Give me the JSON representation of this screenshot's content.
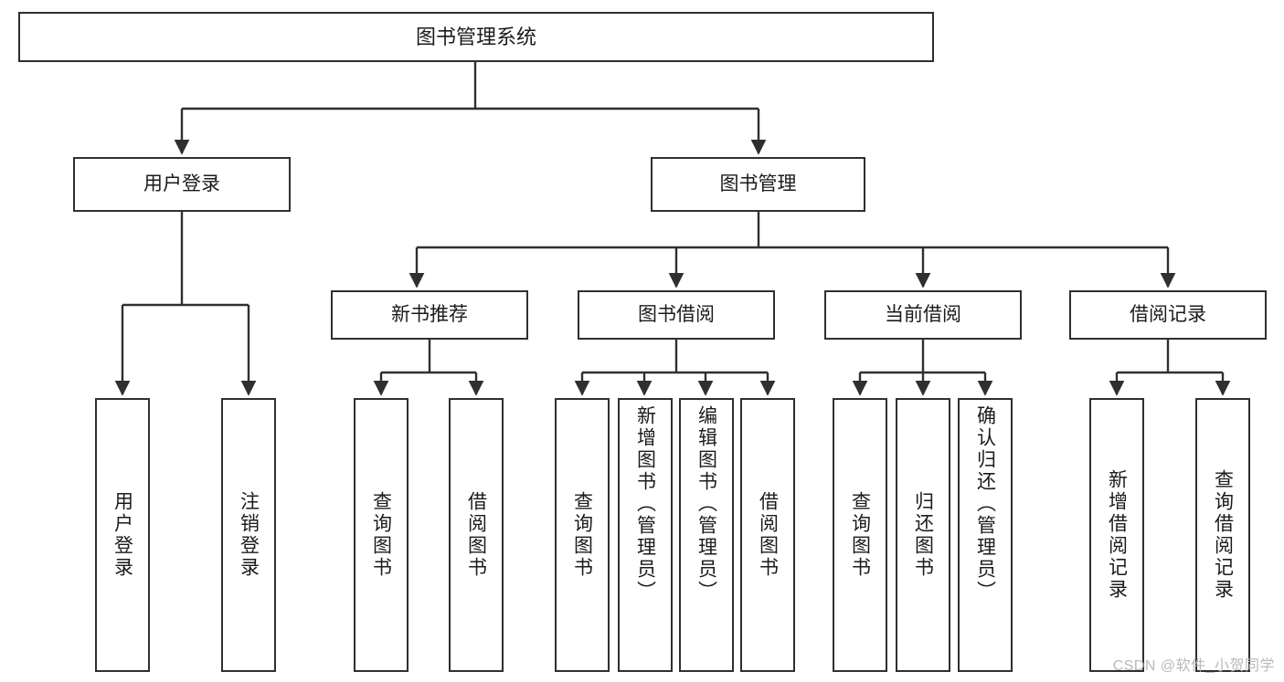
{
  "diagram": {
    "title": "图书管理系统",
    "type": "tree-hierarchy",
    "watermark": "CSDN @软件_小贺同学",
    "colors": {
      "box_border": "#2f2f2f",
      "box_fill": "#ffffff",
      "connector": "#2f2f2f",
      "text": "#1b1b1b",
      "watermark": "#b9b9b9",
      "background": "#ffffff"
    }
  },
  "nodes": {
    "root": {
      "label": "图书管理系统"
    },
    "level2": [
      {
        "id": "user-login",
        "label": "用户登录"
      },
      {
        "id": "book-manage",
        "label": "图书管理"
      }
    ],
    "level3": [
      {
        "id": "new-book-recommend",
        "label": "新书推荐"
      },
      {
        "id": "book-borrow",
        "label": "图书借阅"
      },
      {
        "id": "current-borrow",
        "label": "当前借阅"
      },
      {
        "id": "borrow-record",
        "label": "借阅记录"
      }
    ],
    "leaves": {
      "user_login": [
        {
          "id": "leaf-user-login",
          "label": "用户登录"
        },
        {
          "id": "leaf-logout-login",
          "label": "注销登录"
        }
      ],
      "new_book_recommend": [
        {
          "id": "leaf-query-book-1",
          "label": "查询图书"
        },
        {
          "id": "leaf-borrow-book-1",
          "label": "借阅图书"
        }
      ],
      "book_borrow": [
        {
          "id": "leaf-query-book-2",
          "label": "查询图书"
        },
        {
          "id": "leaf-add-book",
          "label": "新增图书（管理员）"
        },
        {
          "id": "leaf-edit-book",
          "label": "编辑图书（管理员）"
        },
        {
          "id": "leaf-borrow-book-2",
          "label": "借阅图书"
        }
      ],
      "current_borrow": [
        {
          "id": "leaf-query-book-3",
          "label": "查询图书"
        },
        {
          "id": "leaf-return-book",
          "label": "归还图书"
        },
        {
          "id": "leaf-confirm-return",
          "label": "确认归还（管理员）"
        }
      ],
      "borrow_record": [
        {
          "id": "leaf-add-record",
          "label": "新增借阅记录"
        },
        {
          "id": "leaf-query-record",
          "label": "查询借阅记录"
        }
      ]
    }
  }
}
